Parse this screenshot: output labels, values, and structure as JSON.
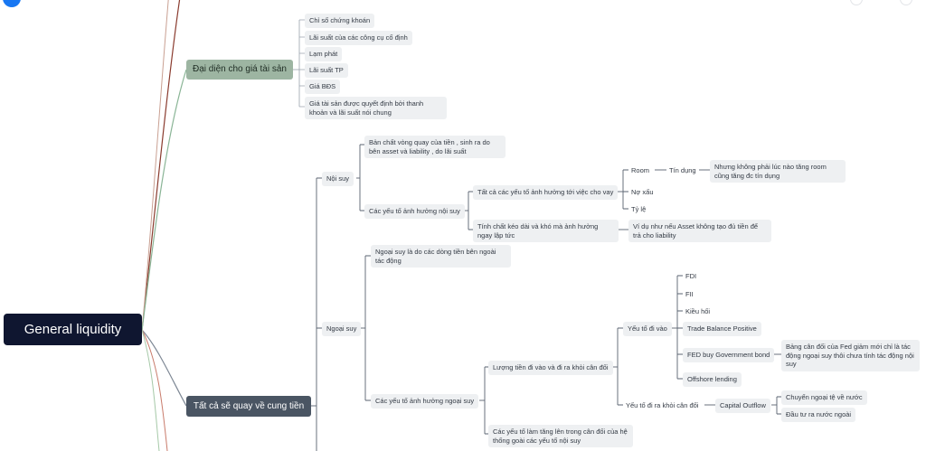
{
  "root": "General liquidity",
  "branch_assets": {
    "label": "Đại diện cho giá tài sản",
    "items": [
      "Chỉ số chứng khoán",
      "Lãi suất của các công cụ cố định",
      "Lạm phát",
      "Lãi suất TP",
      "Giá BĐS",
      "Giá tài sản được quyết định bởi thanh khoản và lãi suất nói chung"
    ]
  },
  "branch_supply": {
    "label": "Tất cả sẽ quay về cung tiền",
    "noi_suy": {
      "label": "Nội suy",
      "ban_chat": "Bản chất vòng quay của tiền , sinh ra do bên asset và liability , do lãi suất",
      "cac_yeu_to": {
        "label": "Các yếu tố ảnh hưởng nội suy",
        "tat_ca": "Tất cả các yếu tố ảnh hưởng tới việc cho vay",
        "room": "Room",
        "tin_dung": "Tín dụng",
        "nhung_khong": "Nhưng không phải lúc nào tăng room cũng tăng đc tín dụng",
        "no_xau": "Nợ xấu",
        "ty_le": "Tỷ lệ",
        "tinh_chat": "Tính chất kéo dài và khó mà ảnh hưởng ngay lập tức",
        "vi_du": "Ví dụ như nếu Asset không tạo đủ tiền để trả cho liability"
      }
    },
    "ngoai_suy": {
      "label": "Ngoại suy",
      "ngoai_suy_la": "Ngoại suy là do các dòng tiền bên ngoài tác động",
      "cac_yeu_to": {
        "label": "Các yếu tố ảnh hưởng ngoại suy",
        "luong_tien": "Lượng tiền đi vào và đi ra khỏi cân đối",
        "yeu_to_vao": {
          "label": "Yếu tố đi vào",
          "items": [
            "FDI",
            "FII",
            "Kiều hối",
            "Trade Balance Positive",
            "FED buy Government bond",
            "Offshore lending"
          ],
          "fed_note": "Bảng cân đối của Fed giảm mới chỉ là tác động ngoại suy thôi chưa tính tác động nội suy"
        },
        "yeu_to_ra": {
          "label": "Yếu tố đi ra khỏi cân đối",
          "capital_outflow": "Capital Outflow",
          "items": [
            "Chuyển ngoại tệ về nước",
            "Đầu tư ra nước ngoài"
          ]
        },
        "lam_tang": "Các yếu tố làm tăng lên trong cân đối của hệ thống goài các yếu tố nội suy"
      }
    }
  }
}
